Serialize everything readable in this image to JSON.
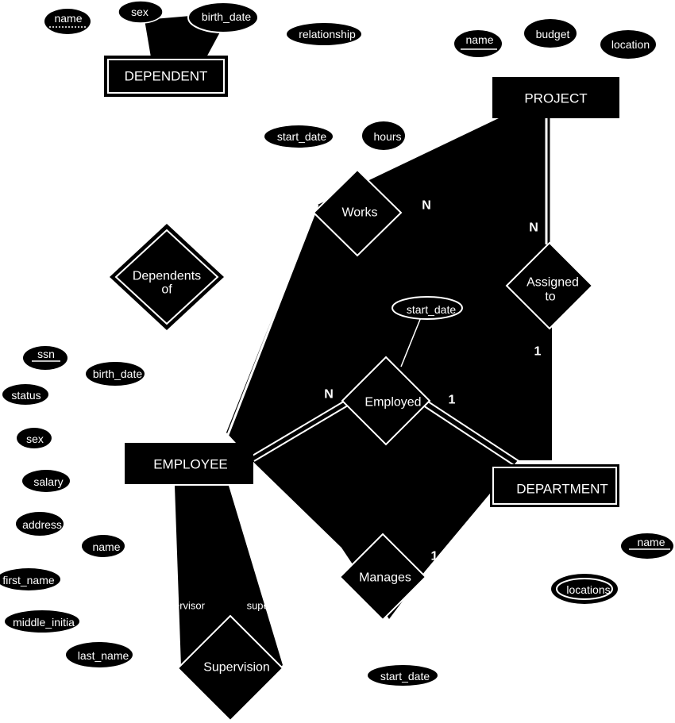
{
  "entities": {
    "dependent": "DEPENDENT",
    "project": "PROJECT",
    "employee": "EMPLOYEE",
    "department": "DEPARTMENT"
  },
  "relationships": {
    "works": "Works",
    "dependents_of_1": "Dependents",
    "dependents_of_2": "of",
    "assigned_to_1": "Assigned",
    "assigned_to_2": "to",
    "employed": "Employed",
    "manages": "Manages",
    "supervision": "Supervision"
  },
  "attributes": {
    "dep_name": "name",
    "dep_sex": "sex",
    "dep_birth_date": "birth_date",
    "dep_relationship": "relationship",
    "proj_name": "name",
    "proj_budget": "budget",
    "proj_location": "location",
    "works_start_date": "start_date",
    "works_hours": "hours",
    "employed_start_date": "start_date",
    "emp_ssn": "ssn",
    "emp_birth_date": "birth_date",
    "emp_status": "status",
    "emp_sex": "sex",
    "emp_salary": "salary",
    "emp_address": "address",
    "emp_name": "name",
    "emp_first_name": "first_name",
    "emp_middle_initial": "middle_initia",
    "emp_last_name": "last_name",
    "manages_start_date": "start_date",
    "dept_name": "name",
    "dept_locations": "locations"
  },
  "cardinalities": {
    "works_project": "N",
    "assigned_project": "N",
    "assigned_department": "1",
    "employed_employee": "N",
    "employed_department": "1",
    "manages_employee": "1",
    "manages_department": "1"
  },
  "roles": {
    "supervisor": "supervisor",
    "supervisee": "supervisee"
  },
  "colors": {
    "background": "#ffffff",
    "fill": "#000000",
    "line": "#ffffff",
    "text": "#ffffff"
  }
}
